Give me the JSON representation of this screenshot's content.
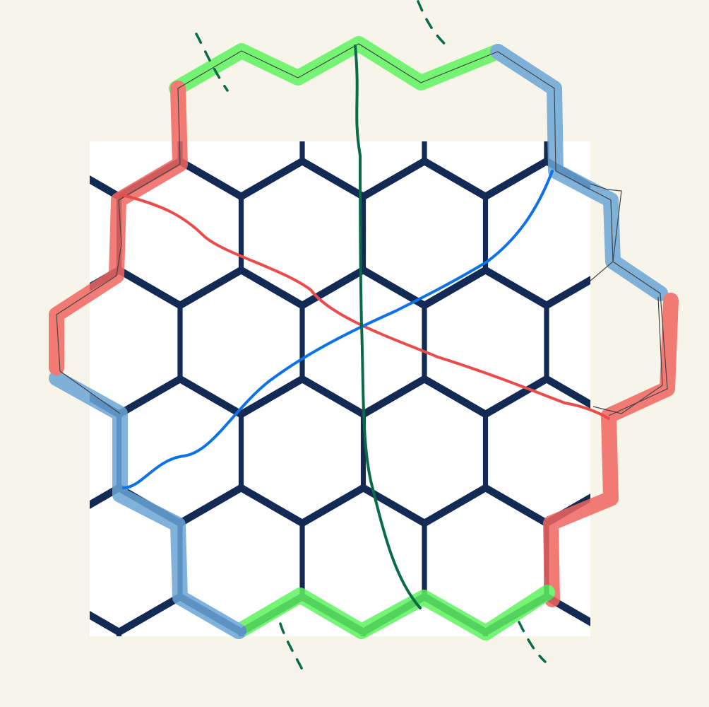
{
  "colors": {
    "page_background": "#f7f5ea",
    "panel_background": "#ffffff",
    "hex_grid_stroke": "#132a54",
    "red_highlight": "#f0655f",
    "blue_highlight": "#6aa5d6",
    "green_highlight": "#5ef25e",
    "red_curve": "#ea4c4c",
    "blue_curve": "#0d72e8",
    "green_curve": "#0a6b47",
    "construction_line": "#444444"
  },
  "figure": {
    "description_text": "",
    "elements": [
      "hexagonal-tiling",
      "boundary-highlight-red",
      "boundary-highlight-blue",
      "boundary-highlight-green",
      "red-geodesic-curve",
      "blue-geodesic-curve",
      "green-geodesic-curve",
      "dashed-continuation-marks"
    ]
  }
}
